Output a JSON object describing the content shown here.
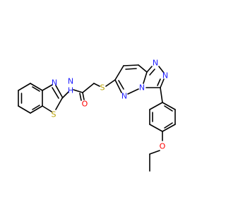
{
  "colors": {
    "bond": "#000000",
    "nitrogen": "#1f1fff",
    "sulfur": "#b8a000",
    "oxygen": "#ff0000",
    "background": "#ffffff"
  },
  "atoms": [
    {
      "id": "S_thiazole",
      "text": "S",
      "element": "sulfur"
    },
    {
      "id": "N_thiazole",
      "text": "N",
      "element": "nitrogen"
    },
    {
      "id": "NH_amide",
      "text": "N",
      "element": "nitrogen"
    },
    {
      "id": "H_amide",
      "text": "H",
      "element": "nitrogen"
    },
    {
      "id": "O_carbonyl",
      "text": "O",
      "element": "oxygen"
    },
    {
      "id": "S_thioether",
      "text": "S",
      "element": "sulfur"
    },
    {
      "id": "N_pyridazine",
      "text": "N",
      "element": "nitrogen"
    },
    {
      "id": "N_bridge",
      "text": "N",
      "element": "nitrogen"
    },
    {
      "id": "N_triazole_1",
      "text": "N",
      "element": "nitrogen"
    },
    {
      "id": "N_triazole_2",
      "text": "N",
      "element": "nitrogen"
    },
    {
      "id": "O_ether",
      "text": "O",
      "element": "oxygen"
    }
  ]
}
